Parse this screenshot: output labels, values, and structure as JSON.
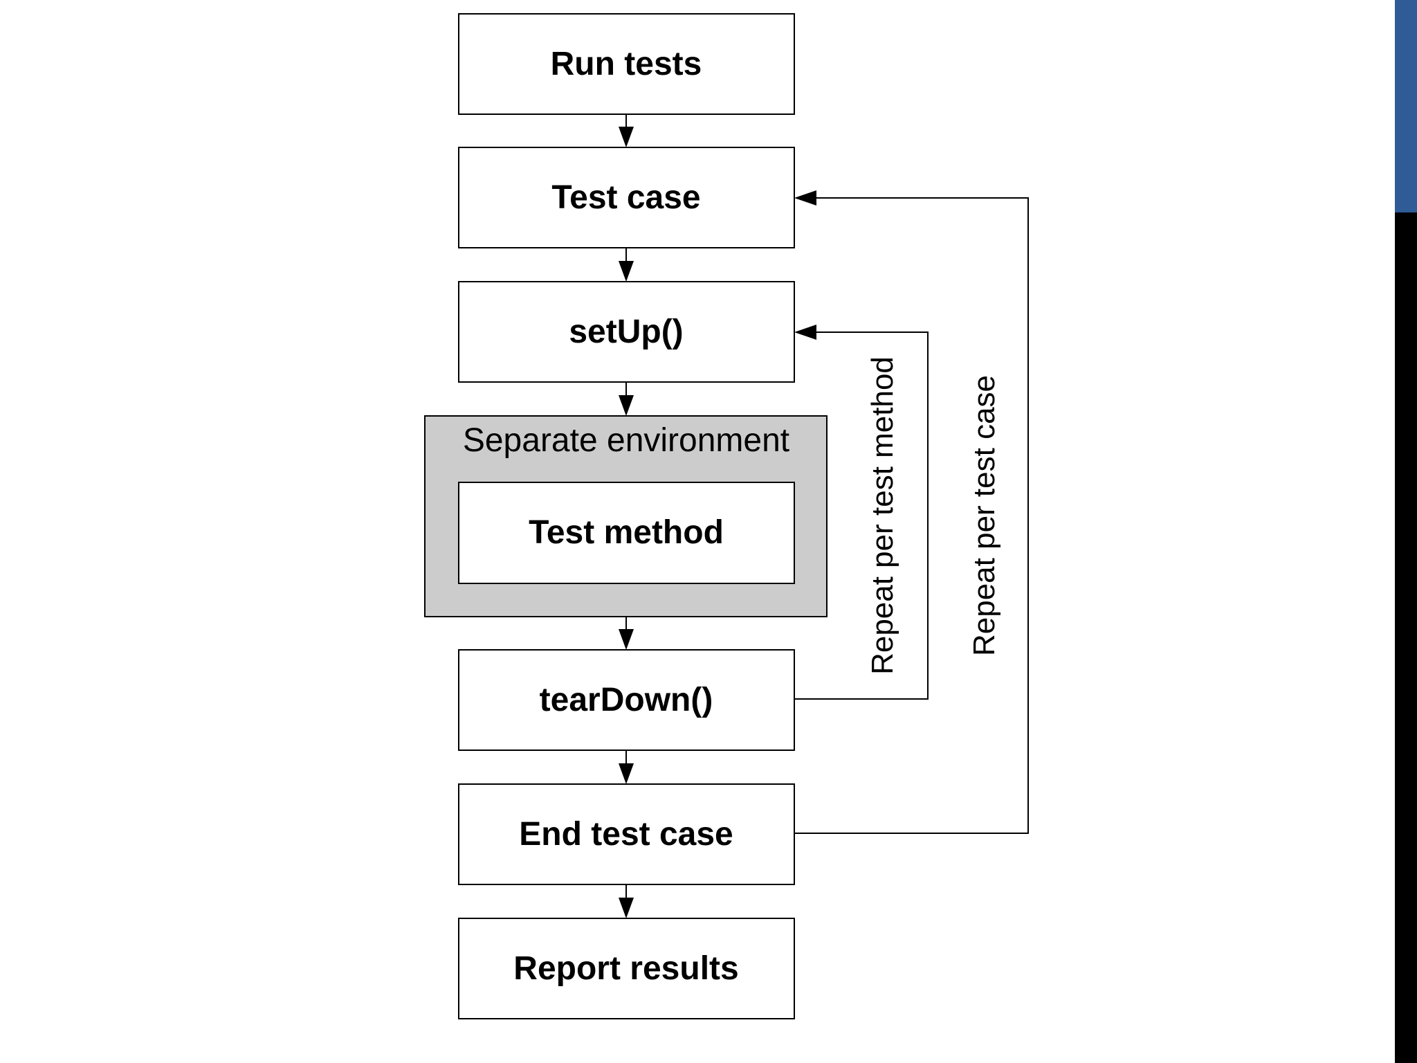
{
  "diagram": {
    "boxes": {
      "run_tests": "Run tests",
      "test_case": "Test case",
      "setup": "setUp()",
      "test_method": "Test method",
      "teardown": "tearDown()",
      "end_test_case": "End test case",
      "report_results": "Report results"
    },
    "environment_label": "Separate environment",
    "loops": {
      "per_method": "Repeat per test method",
      "per_case": "Repeat per test case"
    }
  },
  "colors": {
    "accent_blue": "#2f5b96",
    "accent_black": "#000000",
    "environment_fill": "#cccccc"
  }
}
